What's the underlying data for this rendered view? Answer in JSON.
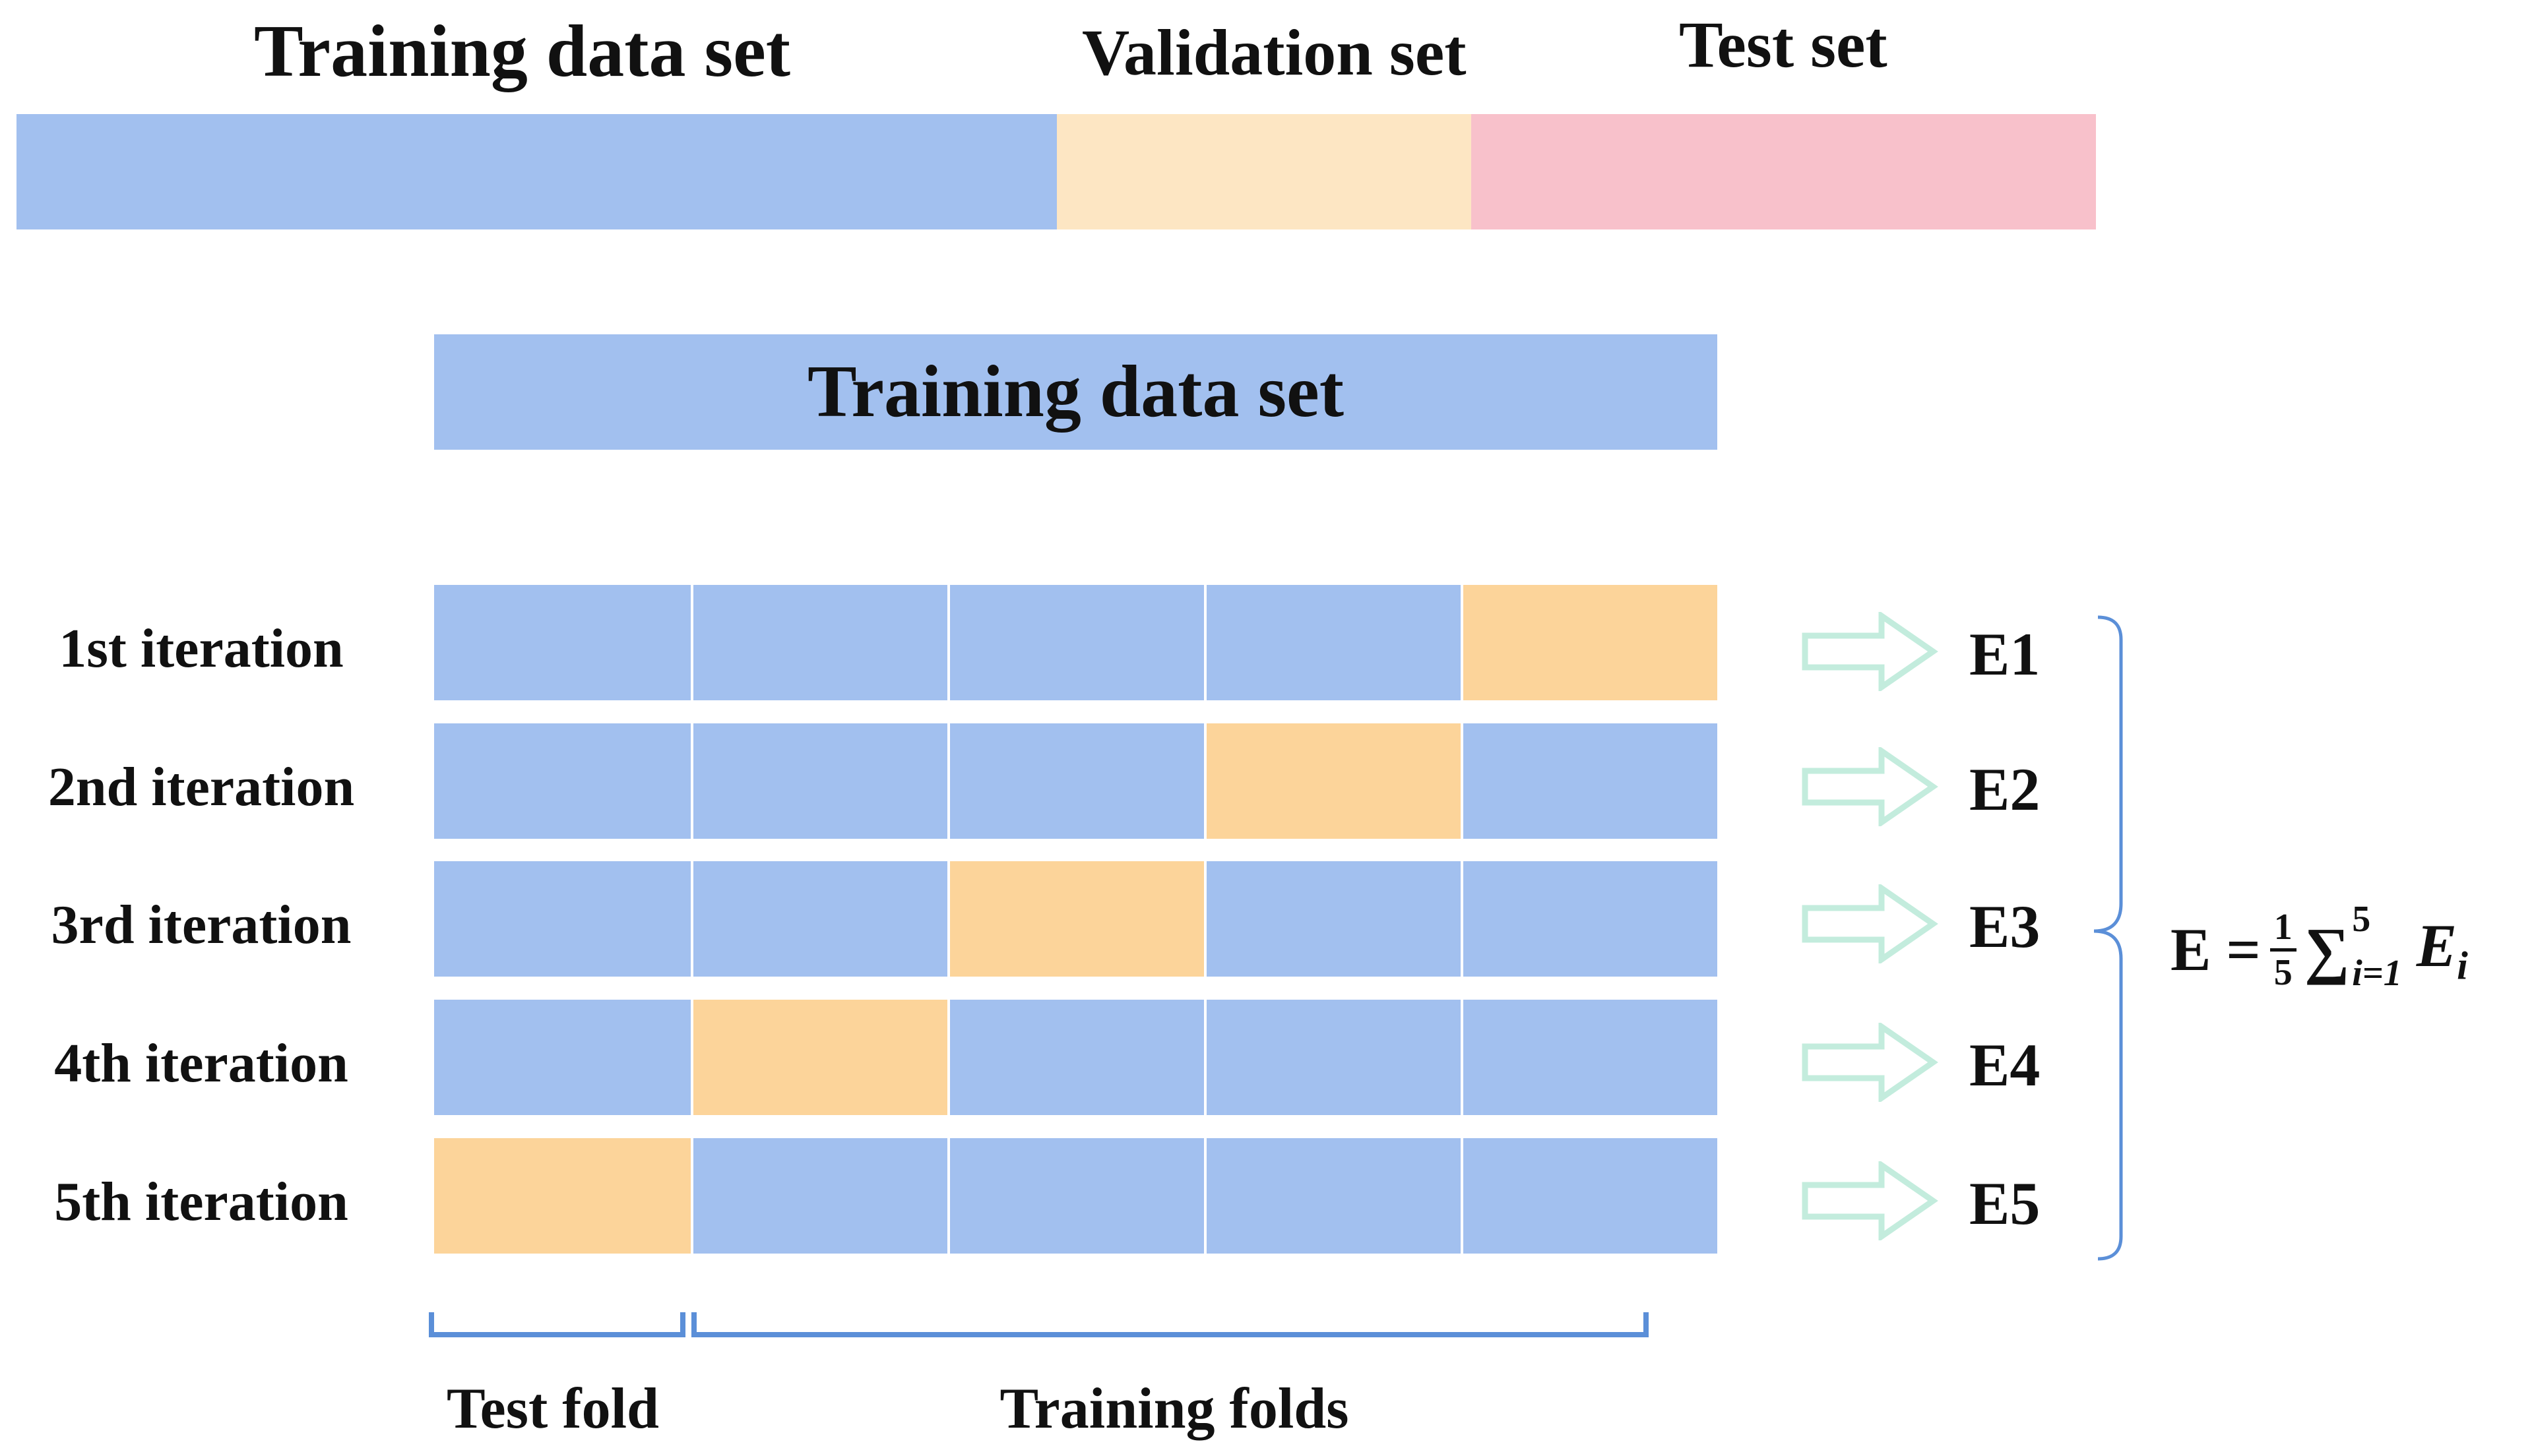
{
  "split": {
    "training_label": "Training data set",
    "validation_label": "Validation set",
    "test_label": "Test set"
  },
  "kfold": {
    "training_header": "Training data set",
    "iterations": [
      {
        "label": "1st iteration",
        "test_fold_index": 4,
        "error_label": "E1"
      },
      {
        "label": "2nd iteration",
        "test_fold_index": 3,
        "error_label": "E2"
      },
      {
        "label": "3rd iteration",
        "test_fold_index": 2,
        "error_label": "E3"
      },
      {
        "label": "4th iteration",
        "test_fold_index": 1,
        "error_label": "E4"
      },
      {
        "label": "5th iteration",
        "test_fold_index": 0,
        "error_label": "E5"
      }
    ],
    "fold_count": 5,
    "test_fold_label": "Test fold",
    "training_folds_label": "Training folds"
  },
  "formula": {
    "lhs": "E =",
    "frac_num": "1",
    "frac_den": "5",
    "sum_upper": "5",
    "sum_lower": "i=1",
    "term": "E",
    "term_sub": "i"
  },
  "colors": {
    "training": "#a2c0ef",
    "validation": "#fde6c3",
    "test": "#f8c1cb",
    "test_fold": "#fcd49a",
    "arrow": "#c3ecdd",
    "bracket": "#5b8fd8"
  }
}
